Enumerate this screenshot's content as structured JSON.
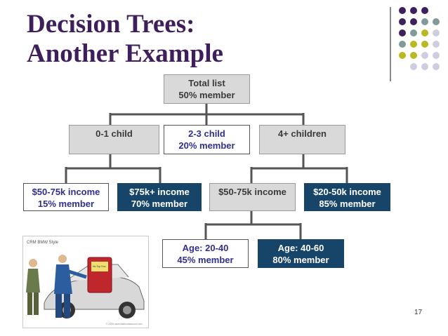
{
  "title": {
    "line1": "Decision Trees:",
    "line2": "Another Example"
  },
  "tree": {
    "root": {
      "line1": "Total list",
      "line2": "50% member"
    },
    "level1": [
      {
        "line1": "0-1 child",
        "line2": ""
      },
      {
        "line1": "2-3 child",
        "line2": "20% member"
      },
      {
        "line1": "4+ children",
        "line2": ""
      }
    ],
    "level2": [
      {
        "line1": "$50-75k income",
        "line2": "15% member"
      },
      {
        "line1": "$75k+ income",
        "line2": "70% member"
      },
      {
        "line1": "$50-75k income",
        "line2": ""
      },
      {
        "line1": "$20-50k income",
        "line2": "85% member"
      }
    ],
    "level3": [
      {
        "line1": "Age: 20-40",
        "line2": "45% member"
      },
      {
        "line1": "Age: 40-60",
        "line2": "80% member"
      }
    ]
  },
  "illustration": {
    "caption": "CRM BMW Style",
    "sign_text": "No Top Gun",
    "credit": "© 2009 www.fsalkoutsaworn.com"
  },
  "page_number": "17",
  "colors": {
    "title": "#3f1f5b",
    "dark_box": "#17456a",
    "gray_box": "#d9d9d9",
    "purple": "#3f1f5b",
    "sage": "#7f9c9a",
    "olive": "#b9b722",
    "lavender": "#cfcde0"
  }
}
